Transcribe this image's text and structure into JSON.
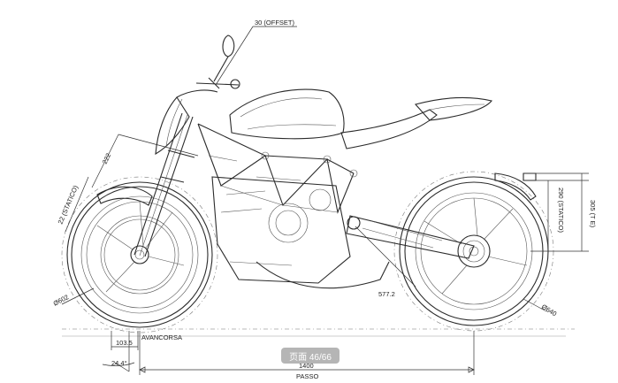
{
  "dimensions": {
    "offset": "30 (OFFSET)",
    "height_222": "222",
    "static_22": "22 (STATICO)",
    "static_290": "290 (STATICO)",
    "height_305": "305 (T E)",
    "front_wheel_dia": "Ø602",
    "rear_wheel_dia": "Ø640",
    "rear_dim": "577.2",
    "trail_value": "103.5",
    "trail_label": "AVANCORSA",
    "rake_angle": "24.4°",
    "wheelbase_value": "1400",
    "wheelbase_label": "PASSO"
  },
  "viewer": {
    "page_indicator": "页面 46/66"
  },
  "colors": {
    "line": "#2b2b2b",
    "background": "#ffffff",
    "badge": "#808080"
  }
}
